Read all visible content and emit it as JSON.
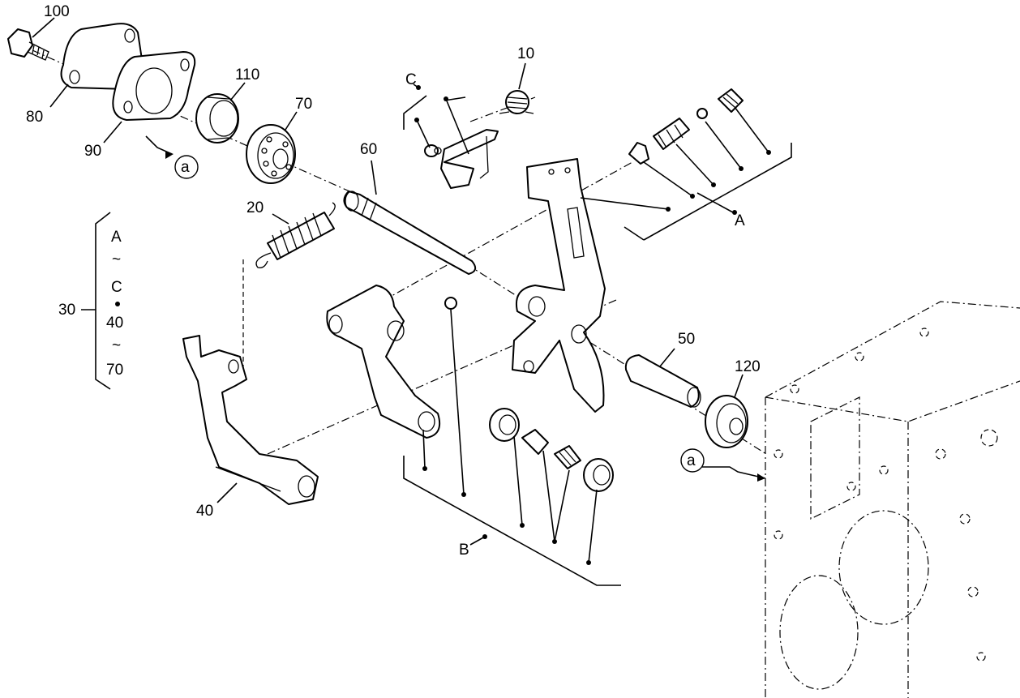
{
  "part_labels": {
    "p100": "100",
    "p80": "80",
    "p90": "90",
    "p110": "110",
    "p70": "70",
    "p10": "10",
    "p60": "60",
    "p20": "20",
    "p40": "40",
    "p50": "50",
    "p120": "120",
    "p30": "30"
  },
  "group_labels": {
    "A": "A",
    "B": "B",
    "C": "C",
    "a_top": "a",
    "a_right": "a"
  },
  "legend": {
    "start": "A",
    "tilde1": "~",
    "mid": "C",
    "item": "40",
    "tilde2": "~",
    "end": "70"
  }
}
